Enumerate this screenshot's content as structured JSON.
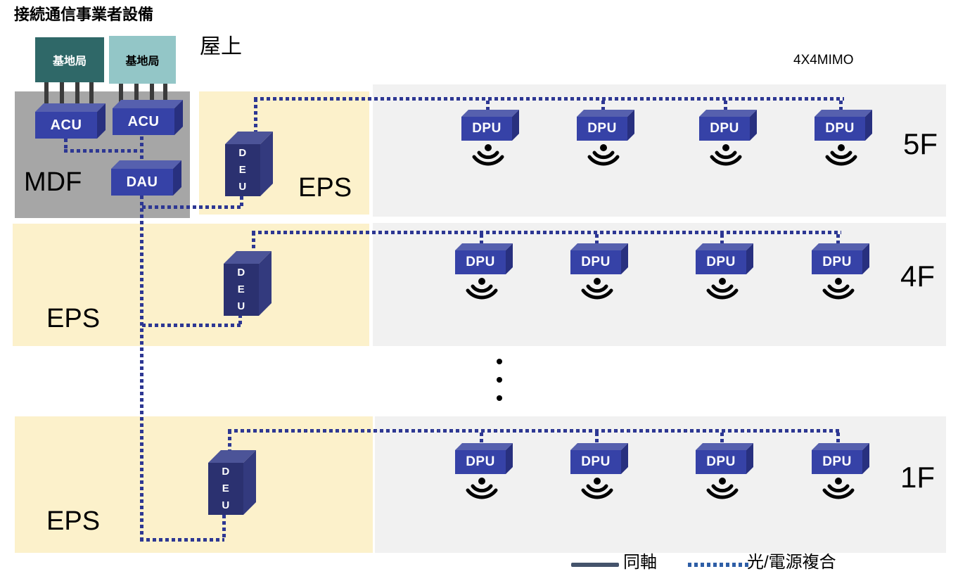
{
  "palette": {
    "bs-dark": "#2F6868",
    "bs-light": "#93C6C7",
    "mdf-gray": "#A6A6A6",
    "eps-yellow": "#FCF1CB",
    "floor-gray": "#F1F1F1",
    "unit-front": "#3642A7",
    "unit-top": "#5660AE",
    "unit-side": "#28307F",
    "deu-front": "#2B3170",
    "deu-top": "#4C5498",
    "deu-side": "#333A7E",
    "dotted-line": "#2D3793",
    "coax-line": "#3B3B3B",
    "legend-solid": "#44536B",
    "legend-dotted": "#2E5EA6",
    "text-black": "#000000"
  },
  "header": {
    "title": "接続通信事業者設備",
    "rooftop": "屋上",
    "mimo": "4X4MIMO"
  },
  "carrier": {
    "bs1": "基地局",
    "bs2": "基地局"
  },
  "mdf": {
    "label": "MDF",
    "acu1": "ACU",
    "acu2": "ACU",
    "dau": "DAU"
  },
  "levels": {
    "roof": {
      "eps": "EPS",
      "deu": "DEU"
    },
    "f5": {
      "floor": "5F",
      "dpus": [
        "DPU",
        "DPU",
        "DPU",
        "DPU"
      ]
    },
    "f4": {
      "eps": "EPS",
      "deu": "DEU",
      "floor": "4F",
      "dpus": [
        "DPU",
        "DPU",
        "DPU",
        "DPU"
      ]
    },
    "f1": {
      "eps": "EPS",
      "deu": "DEU",
      "floor": "1F",
      "dpus": [
        "DPU",
        "DPU",
        "DPU",
        "DPU"
      ]
    }
  },
  "legend": {
    "coax": "同軸",
    "fiber": "光/電源複合"
  }
}
